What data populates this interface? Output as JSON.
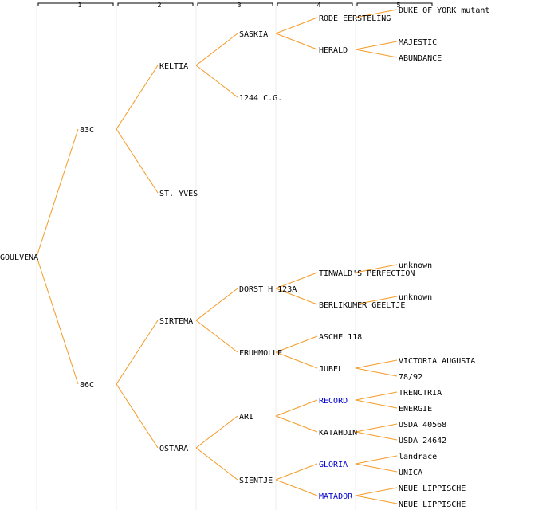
{
  "generations": [
    "1",
    "2",
    "3",
    "4",
    "5"
  ],
  "colors": {
    "edge": "#f59a23",
    "text": "#000000",
    "link": "#0000cc",
    "column_line": "#eeeeee",
    "header_rule": "#000000"
  },
  "tree": {
    "name": "GOULVENA",
    "children": [
      {
        "name": "83C",
        "children": [
          {
            "name": "KELTIA",
            "children": [
              {
                "name": "SASKIA",
                "children": [
                  {
                    "name": "RODE EERSTELING",
                    "children": [
                      {
                        "name": "DUKE OF YORK mutant"
                      }
                    ]
                  },
                  {
                    "name": "HERALD",
                    "children": [
                      {
                        "name": "MAJESTIC"
                      },
                      {
                        "name": "ABUNDANCE"
                      }
                    ]
                  }
                ]
              },
              {
                "name": "1244 C.G."
              }
            ]
          },
          {
            "name": "ST. YVES"
          }
        ]
      },
      {
        "name": "86C",
        "children": [
          {
            "name": "SIRTEMA",
            "children": [
              {
                "name": "DORST H 123A",
                "children": [
                  {
                    "name": "TINWALD'S PERFECTION",
                    "children": [
                      {
                        "name": "unknown"
                      }
                    ]
                  },
                  {
                    "name": "BERLIKUMER GEELTJE",
                    "children": [
                      {
                        "name": "unknown"
                      }
                    ]
                  }
                ]
              },
              {
                "name": "FRUHMOLLE",
                "children": [
                  {
                    "name": "ASCHE 118"
                  },
                  {
                    "name": "JUBEL",
                    "children": [
                      {
                        "name": "VICTORIA AUGUSTA"
                      },
                      {
                        "name": "78/92"
                      }
                    ]
                  }
                ]
              }
            ]
          },
          {
            "name": "OSTARA",
            "children": [
              {
                "name": "ARI",
                "children": [
                  {
                    "name": "RECORD",
                    "link": true,
                    "children": [
                      {
                        "name": "TRENCTRIA"
                      },
                      {
                        "name": "ENERGIE"
                      }
                    ]
                  },
                  {
                    "name": "KATAHDIN",
                    "children": [
                      {
                        "name": "USDA 40568"
                      },
                      {
                        "name": "USDA 24642"
                      }
                    ]
                  }
                ]
              },
              {
                "name": "SIENTJE",
                "children": [
                  {
                    "name": "GLORIA",
                    "link": true,
                    "children": [
                      {
                        "name": "landrace"
                      },
                      {
                        "name": "UNICA"
                      }
                    ]
                  },
                  {
                    "name": "MATADOR",
                    "link": true,
                    "children": [
                      {
                        "name": "NEUE LIPPISCHE"
                      },
                      {
                        "name": "NEUE LIPPISCHE"
                      }
                    ]
                  }
                ]
              }
            ]
          }
        ]
      }
    ]
  }
}
